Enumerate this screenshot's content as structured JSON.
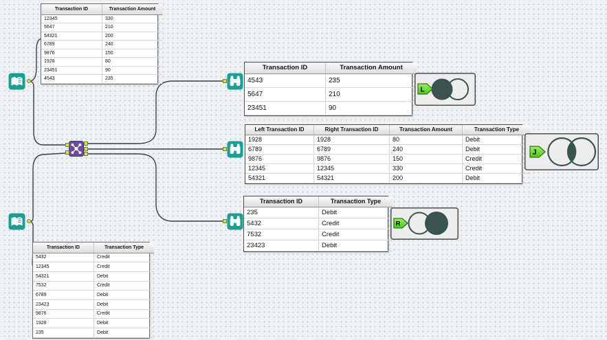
{
  "app": "workflow-canvas",
  "colors": {
    "canvas_bg": "#eef1f4",
    "grid_dot": "#bfc9d1",
    "wire": "#3c4045",
    "tool_teal": "#18a190",
    "join_purple": "#6a4ba1",
    "anchor_green": "#cbdd6a",
    "venn_dark": "#3a5350",
    "venn_box_bg": "#ededed",
    "tag_green": "#5ed32a"
  },
  "tools": {
    "input_top": {
      "icon": "input-data-book-icon"
    },
    "input_bottom": {
      "icon": "input-data-book-icon"
    },
    "join": {
      "icon": "join-network-icon"
    },
    "browse_left": {
      "icon": "browse-binoculars-icon"
    },
    "browse_join": {
      "icon": "browse-binoculars-icon"
    },
    "browse_right": {
      "icon": "browse-binoculars-icon"
    }
  },
  "outputs": {
    "left": {
      "label": "L"
    },
    "join": {
      "label": "J"
    },
    "right": {
      "label": "R"
    }
  },
  "tables": {
    "input_top": {
      "headers": [
        "Transaction ID",
        "Transaction Amount"
      ],
      "rows": [
        [
          "12345",
          "330"
        ],
        [
          "5647",
          "210"
        ],
        [
          "54321",
          "200"
        ],
        [
          "6789",
          "240"
        ],
        [
          "9876",
          "150"
        ],
        [
          "1928",
          "80"
        ],
        [
          "23451",
          "90"
        ],
        [
          "4543",
          "235"
        ]
      ]
    },
    "input_bottom": {
      "headers": [
        "Transaction ID",
        "Transaction Type"
      ],
      "rows": [
        [
          "5432",
          "Credit"
        ],
        [
          "12345",
          "Credit"
        ],
        [
          "54321",
          "Debit"
        ],
        [
          "7532",
          "Credit"
        ],
        [
          "6789",
          "Debit"
        ],
        [
          "23423",
          "Debit"
        ],
        [
          "9876",
          "Credit"
        ],
        [
          "1928",
          "Debit"
        ],
        [
          "235",
          "Debit"
        ]
      ]
    },
    "left_output": {
      "headers": [
        "Transaction ID",
        "Transaction Amount"
      ],
      "rows": [
        [
          "4543",
          "235"
        ],
        [
          "5647",
          "210"
        ],
        [
          "23451",
          "90"
        ]
      ]
    },
    "join_output": {
      "headers": [
        "Left Transaction ID",
        "Right Transaction ID",
        "Transaction Amount",
        "Transaction Type"
      ],
      "rows": [
        [
          "1928",
          "1928",
          "80",
          "Debit"
        ],
        [
          "6789",
          "6789",
          "240",
          "Debit"
        ],
        [
          "9876",
          "9876",
          "150",
          "Credit"
        ],
        [
          "12345",
          "12345",
          "330",
          "Credit"
        ],
        [
          "54321",
          "54321",
          "200",
          "Debit"
        ]
      ]
    },
    "right_output": {
      "headers": [
        "Transaction ID",
        "Transaction Type"
      ],
      "rows": [
        [
          "235",
          "Debit"
        ],
        [
          "5432",
          "Credit"
        ],
        [
          "7532",
          "Credit"
        ],
        [
          "23423",
          "Debit"
        ]
      ]
    }
  }
}
